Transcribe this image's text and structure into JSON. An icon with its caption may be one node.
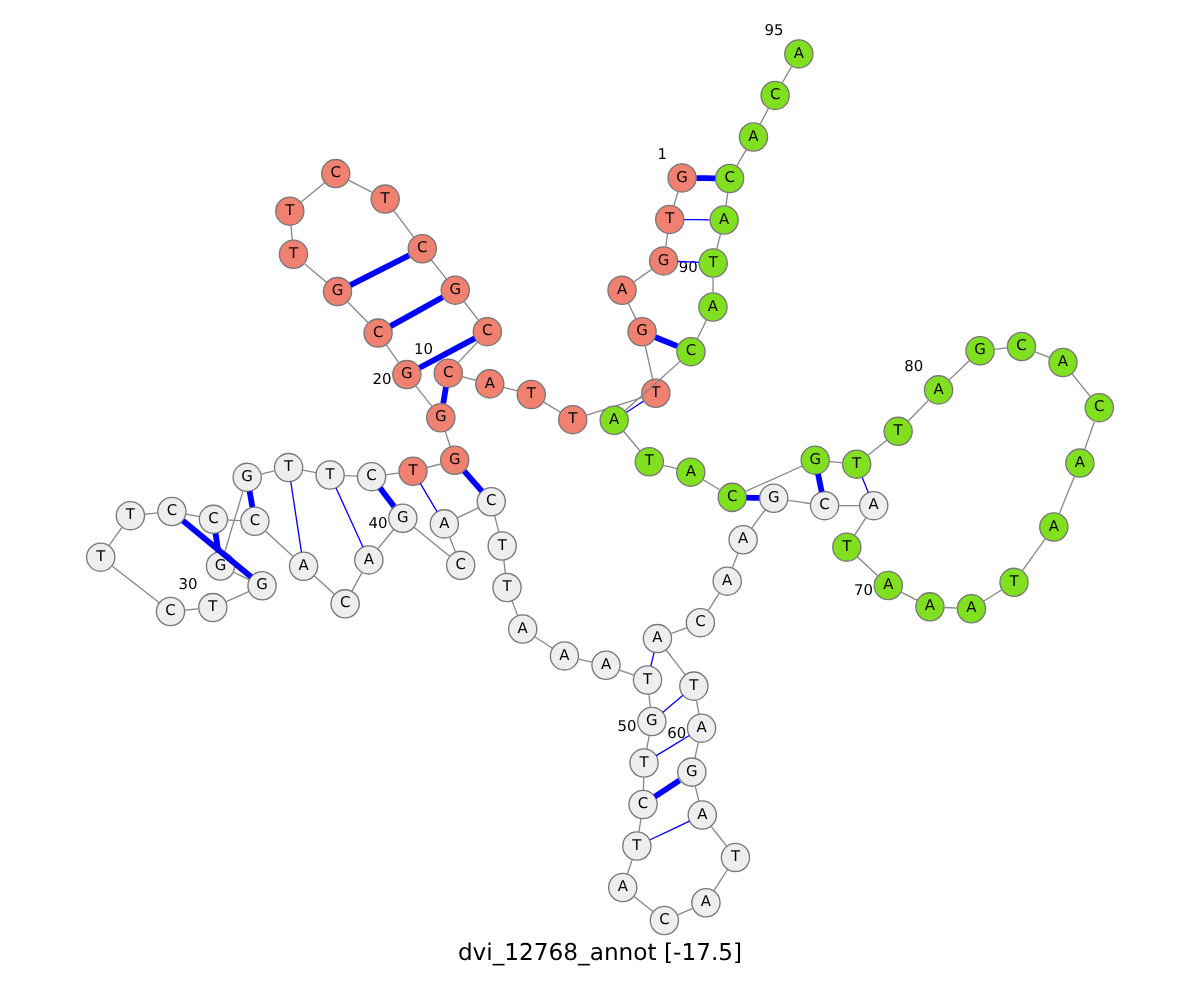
{
  "diagram": {
    "caption": "dvi_12768_annot [-17.5]",
    "nodes": [
      {
        "text": [
          "G"
        ],
        "beside": [
          "1"
        ]
      },
      {
        "text": [
          "T"
        ]
      },
      {
        "text": [
          "G"
        ]
      },
      {
        "text": [
          "A"
        ]
      },
      {
        "text": [
          "G"
        ]
      },
      {
        "text": [
          "T"
        ]
      },
      {
        "text": [
          "T"
        ]
      },
      {
        "text": [
          "T"
        ]
      },
      {
        "text": [
          "A"
        ]
      },
      {
        "text": [
          "C"
        ],
        "beside": [
          "10"
        ]
      },
      {
        "text": [
          "C"
        ]
      },
      {
        "text": [
          "G"
        ]
      },
      {
        "text": [
          "C"
        ]
      },
      {
        "text": [
          "T"
        ]
      },
      {
        "text": [
          "C"
        ]
      },
      {
        "text": [
          "T"
        ]
      },
      {
        "text": [
          "T"
        ]
      },
      {
        "text": [
          "G"
        ]
      },
      {
        "text": [
          "C"
        ]
      },
      {
        "text": [
          "G"
        ],
        "beside": [
          "20"
        ]
      },
      {
        "text": [
          "G"
        ]
      },
      {
        "text": [
          "G"
        ]
      },
      {
        "text": [
          "T"
        ]
      },
      {
        "text": [
          "C"
        ]
      },
      {
        "text": [
          "T"
        ]
      },
      {
        "text": [
          "T"
        ]
      },
      {
        "text": [
          "G"
        ]
      },
      {
        "text": [
          "G"
        ]
      },
      {
        "text": [
          "G"
        ]
      },
      {
        "text": [
          "T"
        ],
        "beside": [
          "30"
        ]
      },
      {
        "text": [
          "C"
        ]
      },
      {
        "text": [
          "T"
        ]
      },
      {
        "text": [
          "T"
        ]
      },
      {
        "text": [
          "C"
        ]
      },
      {
        "text": [
          "C"
        ]
      },
      {
        "text": [
          "C"
        ]
      },
      {
        "text": [
          "A"
        ]
      },
      {
        "text": [
          "C"
        ]
      },
      {
        "text": [
          "A"
        ]
      },
      {
        "text": [
          "G"
        ],
        "beside": [
          "40"
        ]
      },
      {
        "text": [
          "C"
        ]
      },
      {
        "text": [
          "A"
        ]
      },
      {
        "text": [
          "C"
        ]
      },
      {
        "text": [
          "T"
        ]
      },
      {
        "text": [
          "T"
        ]
      },
      {
        "text": [
          "A"
        ]
      },
      {
        "text": [
          "A"
        ]
      },
      {
        "text": [
          "A"
        ]
      },
      {
        "text": [
          "T"
        ]
      },
      {
        "text": [
          "G"
        ],
        "beside": [
          "50"
        ]
      },
      {
        "text": [
          "T"
        ]
      },
      {
        "text": [
          "C"
        ]
      },
      {
        "text": [
          "T"
        ]
      },
      {
        "text": [
          "A"
        ]
      },
      {
        "text": [
          "C"
        ]
      },
      {
        "text": [
          "A"
        ]
      },
      {
        "text": [
          "T"
        ]
      },
      {
        "text": [
          "A"
        ]
      },
      {
        "text": [
          "G"
        ]
      },
      {
        "text": [
          "A"
        ],
        "beside": [
          "60"
        ]
      },
      {
        "text": [
          "T"
        ]
      },
      {
        "text": [
          "A"
        ]
      },
      {
        "text": [
          "C"
        ]
      },
      {
        "text": [
          "A"
        ]
      },
      {
        "text": [
          "A"
        ]
      },
      {
        "text": [
          "G"
        ]
      },
      {
        "text": [
          "C"
        ]
      },
      {
        "text": [
          "A"
        ]
      },
      {
        "text": [
          "T"
        ]
      },
      {
        "text": [
          "A"
        ],
        "beside": [
          "70"
        ]
      },
      {
        "text": [
          "A"
        ]
      },
      {
        "text": [
          "A"
        ]
      },
      {
        "text": [
          "T"
        ]
      },
      {
        "text": [
          "A"
        ]
      },
      {
        "text": [
          "A"
        ]
      },
      {
        "text": [
          "C"
        ]
      },
      {
        "text": [
          "A"
        ]
      },
      {
        "text": [
          "C"
        ]
      },
      {
        "text": [
          "G"
        ]
      },
      {
        "text": [
          "A"
        ],
        "beside": [
          "80"
        ]
      },
      {
        "text": [
          "T"
        ]
      },
      {
        "text": [
          "T"
        ]
      },
      {
        "text": [
          "G"
        ]
      },
      {
        "text": [
          "C"
        ]
      },
      {
        "text": [
          "A"
        ]
      },
      {
        "text": [
          "T"
        ]
      },
      {
        "text": [
          "A"
        ]
      },
      {
        "text": [
          "C"
        ]
      },
      {
        "text": [
          "A"
        ]
      },
      {
        "text": [
          "T"
        ],
        "beside": [
          "90"
        ]
      },
      {
        "text": [
          "A"
        ]
      },
      {
        "text": [
          "C"
        ]
      },
      {
        "text": [
          "A"
        ]
      },
      {
        "text": [
          "C"
        ]
      },
      {
        "text": [
          "A"
        ],
        "beside": [
          "95"
        ]
      }
    ],
    "edges": [
      {
        "from": 0,
        "to": 1,
        "arrow": "none"
      },
      {
        "from": 1,
        "to": 2,
        "arrow": "none"
      },
      {
        "from": 2,
        "to": 3,
        "arrow": "none"
      },
      {
        "from": 3,
        "to": 4,
        "arrow": "none"
      },
      {
        "from": 4,
        "to": 5,
        "arrow": "none"
      },
      {
        "from": 5,
        "to": 6,
        "arrow": "none"
      },
      {
        "from": 6,
        "to": 7,
        "arrow": "none"
      },
      {
        "from": 7,
        "to": 8,
        "arrow": "none"
      },
      {
        "from": 8,
        "to": 9,
        "arrow": "none"
      },
      {
        "from": 9,
        "to": 10,
        "arrow": "none"
      },
      {
        "from": 10,
        "to": 11,
        "arrow": "none"
      },
      {
        "from": 11,
        "to": 12,
        "arrow": "none"
      },
      {
        "from": 12,
        "to": 13,
        "arrow": "none"
      },
      {
        "from": 13,
        "to": 14,
        "arrow": "none"
      },
      {
        "from": 14,
        "to": 15,
        "arrow": "none"
      },
      {
        "from": 15,
        "to": 16,
        "arrow": "none"
      },
      {
        "from": 16,
        "to": 17,
        "arrow": "none"
      },
      {
        "from": 17,
        "to": 18,
        "arrow": "none"
      },
      {
        "from": 18,
        "to": 19,
        "arrow": "none"
      },
      {
        "from": 19,
        "to": 20,
        "arrow": "none"
      },
      {
        "from": 20,
        "to": 21,
        "arrow": "none"
      },
      {
        "from": 21,
        "to": 22,
        "arrow": "none"
      },
      {
        "from": 22,
        "to": 23,
        "arrow": "none"
      },
      {
        "from": 23,
        "to": 24,
        "arrow": "none"
      },
      {
        "from": 24,
        "to": 25,
        "arrow": "none"
      },
      {
        "from": 25,
        "to": 26,
        "arrow": "none"
      },
      {
        "from": 26,
        "to": 27,
        "arrow": "none"
      },
      {
        "from": 27,
        "to": 28,
        "arrow": "none"
      },
      {
        "from": 28,
        "to": 29,
        "arrow": "none"
      },
      {
        "from": 29,
        "to": 30,
        "arrow": "none"
      },
      {
        "from": 30,
        "to": 31,
        "arrow": "none"
      },
      {
        "from": 31,
        "to": 32,
        "arrow": "none"
      },
      {
        "from": 32,
        "to": 33,
        "arrow": "none"
      },
      {
        "from": 33,
        "to": 34,
        "arrow": "none"
      },
      {
        "from": 34,
        "to": 35,
        "arrow": "none"
      },
      {
        "from": 35,
        "to": 36,
        "arrow": "none"
      },
      {
        "from": 36,
        "to": 37,
        "arrow": "none"
      },
      {
        "from": 37,
        "to": 38,
        "arrow": "none"
      },
      {
        "from": 38,
        "to": 39,
        "arrow": "none"
      },
      {
        "from": 39,
        "to": 40,
        "arrow": "none"
      },
      {
        "from": 40,
        "to": 41,
        "arrow": "none"
      },
      {
        "from": 41,
        "to": 42,
        "arrow": "none"
      },
      {
        "from": 42,
        "to": 43,
        "arrow": "none"
      },
      {
        "from": 43,
        "to": 44,
        "arrow": "none"
      },
      {
        "from": 44,
        "to": 45,
        "arrow": "none"
      },
      {
        "from": 45,
        "to": 46,
        "arrow": "none"
      },
      {
        "from": 46,
        "to": 47,
        "arrow": "none"
      },
      {
        "from": 47,
        "to": 48,
        "arrow": "none"
      },
      {
        "from": 48,
        "to": 49,
        "arrow": "none"
      },
      {
        "from": 49,
        "to": 50,
        "arrow": "none"
      },
      {
        "from": 50,
        "to": 51,
        "arrow": "none"
      },
      {
        "from": 51,
        "to": 52,
        "arrow": "none"
      },
      {
        "from": 52,
        "to": 53,
        "arrow": "none"
      },
      {
        "from": 53,
        "to": 54,
        "arrow": "none"
      },
      {
        "from": 54,
        "to": 55,
        "arrow": "none"
      },
      {
        "from": 55,
        "to": 56,
        "arrow": "none"
      },
      {
        "from": 56,
        "to": 57,
        "arrow": "none"
      },
      {
        "from": 57,
        "to": 58,
        "arrow": "none"
      },
      {
        "from": 58,
        "to": 59,
        "arrow": "none"
      },
      {
        "from": 59,
        "to": 60,
        "arrow": "none"
      },
      {
        "from": 60,
        "to": 61,
        "arrow": "none"
      },
      {
        "from": 61,
        "to": 62,
        "arrow": "none"
      },
      {
        "from": 62,
        "to": 63,
        "arrow": "none"
      },
      {
        "from": 63,
        "to": 64,
        "arrow": "none"
      },
      {
        "from": 64,
        "to": 65,
        "arrow": "none"
      },
      {
        "from": 65,
        "to": 66,
        "arrow": "none"
      },
      {
        "from": 66,
        "to": 67,
        "arrow": "none"
      },
      {
        "from": 67,
        "to": 68,
        "arrow": "none"
      },
      {
        "from": 68,
        "to": 69,
        "arrow": "none"
      },
      {
        "from": 69,
        "to": 70,
        "arrow": "none"
      },
      {
        "from": 70,
        "to": 71,
        "arrow": "none"
      },
      {
        "from": 71,
        "to": 72,
        "arrow": "none"
      },
      {
        "from": 72,
        "to": 73,
        "arrow": "none"
      },
      {
        "from": 73,
        "to": 74,
        "arrow": "none"
      },
      {
        "from": 74,
        "to": 75,
        "arrow": "none"
      },
      {
        "from": 75,
        "to": 76,
        "arrow": "none"
      },
      {
        "from": 76,
        "to": 77,
        "arrow": "none"
      },
      {
        "from": 77,
        "to": 78,
        "arrow": "none"
      },
      {
        "from": 78,
        "to": 79,
        "arrow": "none"
      },
      {
        "from": 79,
        "to": 80,
        "arrow": "none"
      },
      {
        "from": 80,
        "to": 81,
        "arrow": "none"
      },
      {
        "from": 81,
        "to": 82,
        "arrow": "none"
      },
      {
        "from": 82,
        "to": 83,
        "arrow": "none"
      },
      {
        "from": 83,
        "to": 84,
        "arrow": "none"
      },
      {
        "from": 84,
        "to": 85,
        "arrow": "none"
      },
      {
        "from": 85,
        "to": 86,
        "arrow": "none"
      },
      {
        "from": 86,
        "to": 87,
        "arrow": "none"
      },
      {
        "from": 87,
        "to": 88,
        "arrow": "none"
      },
      {
        "from": 88,
        "to": 89,
        "arrow": "none"
      },
      {
        "from": 89,
        "to": 90,
        "arrow": "none"
      },
      {
        "from": 90,
        "to": 91,
        "arrow": "none"
      },
      {
        "from": 91,
        "to": 92,
        "arrow": "none"
      },
      {
        "from": 92,
        "to": 93,
        "arrow": "none"
      },
      {
        "from": 93,
        "to": 94,
        "arrow": "none"
      },
      {
        "from": 0,
        "to": 91,
        "arrow": "none",
        "style": "thick",
        "color": "#0000ff"
      },
      {
        "from": 1,
        "to": 90,
        "arrow": "none",
        "color": "#0000ff"
      },
      {
        "from": 2,
        "to": 89,
        "arrow": "none",
        "color": "#0000ff"
      },
      {
        "from": 4,
        "to": 87,
        "arrow": "none",
        "style": "thick",
        "color": "#0000ff"
      },
      {
        "from": 5,
        "to": 86,
        "arrow": "none",
        "color": "#0000ff"
      },
      {
        "from": 9,
        "to": 20,
        "arrow": "none",
        "style": "thick",
        "color": "#0000ff"
      },
      {
        "from": 10,
        "to": 19,
        "arrow": "none",
        "style": "thick",
        "color": "#0000ff"
      },
      {
        "from": 11,
        "to": 18,
        "arrow": "none",
        "style": "thick",
        "color": "#0000ff"
      },
      {
        "from": 12,
        "to": 17,
        "arrow": "none",
        "style": "thick",
        "color": "#0000ff"
      },
      {
        "from": 21,
        "to": 42,
        "arrow": "none",
        "style": "thick",
        "color": "#0000ff"
      },
      {
        "from": 22,
        "to": 41,
        "arrow": "none",
        "color": "#0000ff"
      },
      {
        "from": 23,
        "to": 39,
        "arrow": "none",
        "style": "thick",
        "color": "#0000ff"
      },
      {
        "from": 24,
        "to": 38,
        "arrow": "none",
        "color": "#0000ff"
      },
      {
        "from": 25,
        "to": 36,
        "arrow": "none",
        "color": "#0000ff"
      },
      {
        "from": 26,
        "to": 35,
        "arrow": "none",
        "style": "thick",
        "color": "#0000ff"
      },
      {
        "from": 27,
        "to": 34,
        "arrow": "none",
        "style": "thick",
        "color": "#0000ff"
      },
      {
        "from": 28,
        "to": 33,
        "arrow": "none",
        "style": "thick",
        "color": "#0000ff"
      },
      {
        "from": 48,
        "to": 61,
        "arrow": "none",
        "color": "#0000ff"
      },
      {
        "from": 49,
        "to": 60,
        "arrow": "none",
        "color": "#0000ff"
      },
      {
        "from": 50,
        "to": 59,
        "arrow": "none",
        "color": "#0000ff"
      },
      {
        "from": 51,
        "to": 58,
        "arrow": "none",
        "style": "thick",
        "color": "#0000ff"
      },
      {
        "from": 52,
        "to": 57,
        "arrow": "none",
        "color": "#0000ff"
      },
      {
        "from": 65,
        "to": 83,
        "arrow": "none",
        "style": "thick",
        "color": "#0000ff"
      },
      {
        "from": 66,
        "to": 82,
        "arrow": "none",
        "style": "thick",
        "color": "#0000ff"
      },
      {
        "from": 67,
        "to": 81,
        "arrow": "none",
        "color": "#0000ff"
      }
    ]
  }
}
